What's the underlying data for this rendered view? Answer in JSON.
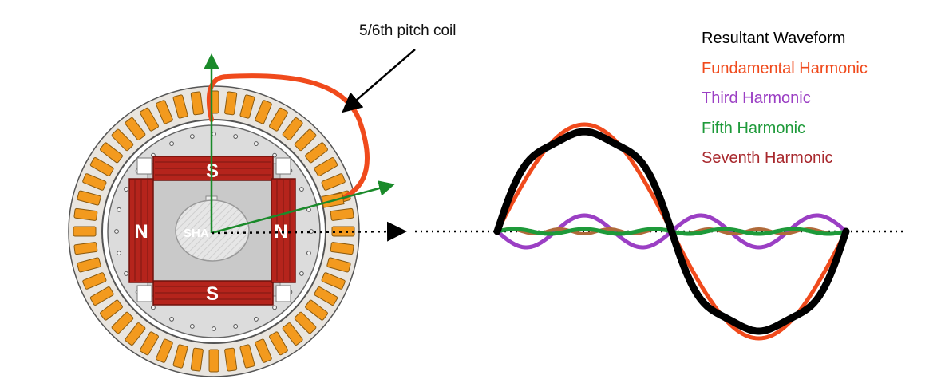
{
  "annotation": {
    "coil_label": "5/6th pitch coil"
  },
  "rotor": {
    "pole_top": "S",
    "pole_bottom": "S",
    "pole_left": "N",
    "pole_right": "N",
    "shaft_label": "SHA"
  },
  "legend": {
    "items": [
      {
        "label": "Resultant Waveform",
        "color": "#000000"
      },
      {
        "label": "Fundamental Harmonic",
        "color": "#f04a1c"
      },
      {
        "label": "Third Harmonic",
        "color": "#9b3fc4"
      },
      {
        "label": "Fifth Harmonic",
        "color": "#1e9a3a"
      },
      {
        "label": "Seventh Harmonic",
        "color": "#a8282d"
      }
    ]
  },
  "colors": {
    "coil": "#f04a1c",
    "axis_arrows": "#1a8a2a",
    "slots": "#f39a1e",
    "rotor_poles": "#b5241c",
    "stator_ring": "#e9e5df"
  }
}
